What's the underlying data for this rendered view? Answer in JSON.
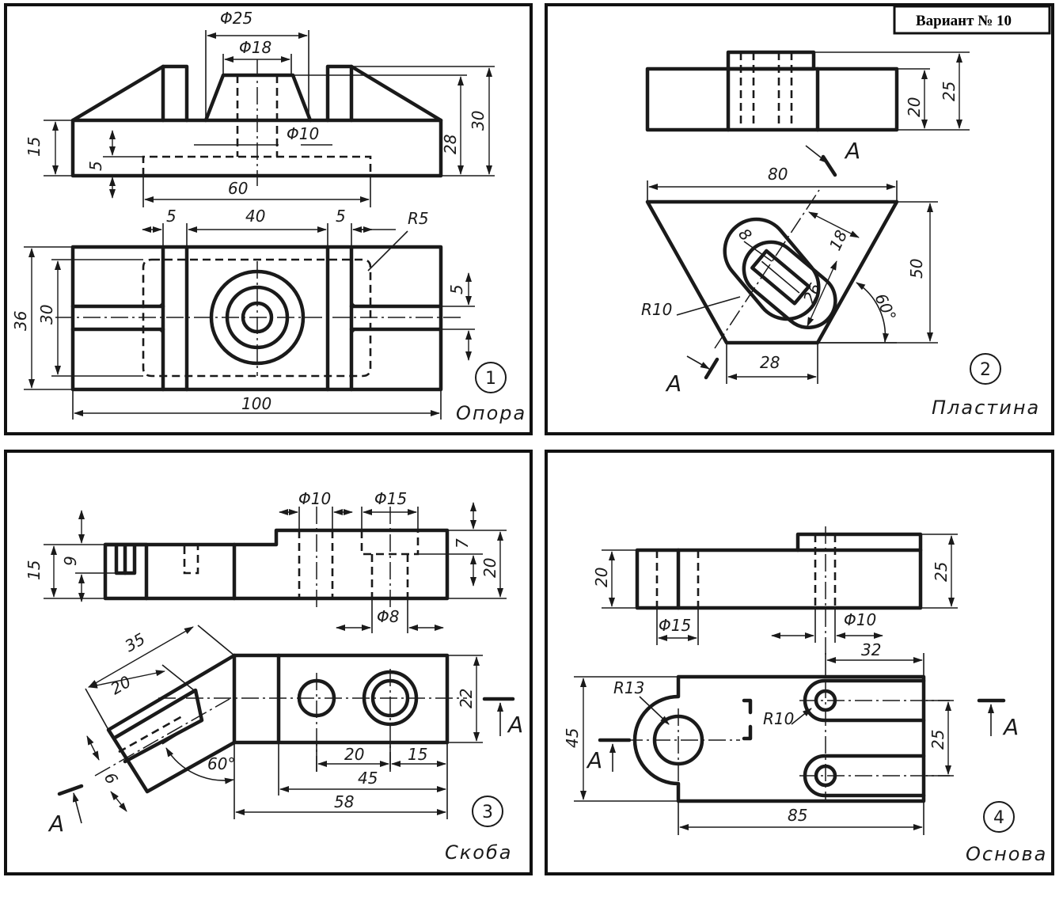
{
  "variant_label": "Вариант № 10",
  "panels": [
    {
      "number": "1",
      "title": "Опора",
      "dims": {
        "d25": "Φ25",
        "d18": "Φ18",
        "d10": "Φ10",
        "h30": "30",
        "h28": "28",
        "h15": "15",
        "h5": "5",
        "w60": "60",
        "w5a": "5",
        "w40": "40",
        "w5b": "5",
        "r5": "R5",
        "h36": "36",
        "h30b": "30",
        "h5b": "5",
        "w100": "100"
      }
    },
    {
      "number": "2",
      "title": "Пластина",
      "dims": {
        "h20": "20",
        "h25": "25",
        "w80": "80",
        "d8": "8",
        "d18": "18",
        "d26": "26",
        "h50": "50",
        "r10": "R10",
        "a60": "60°",
        "w28": "28"
      },
      "section": "A"
    },
    {
      "number": "3",
      "title": "Скоба",
      "dims": {
        "d10": "Φ10",
        "d15": "Φ15",
        "h15": "15",
        "h9": "9",
        "h7": "7",
        "h20": "20",
        "d8": "Φ8",
        "l35": "35",
        "l20": "20",
        "h22": "22",
        "w20": "20",
        "w15": "15",
        "w45": "45",
        "h9b": "9",
        "a60": "60°",
        "w58": "58"
      },
      "section": "A"
    },
    {
      "number": "4",
      "title": "Основа",
      "dims": {
        "h20": "20",
        "h25": "25",
        "d15": "Φ15",
        "d10": "Φ10",
        "w32": "32",
        "r13": "R13",
        "r10": "R10",
        "h45": "45",
        "h25b": "25",
        "w85": "85"
      },
      "section": "A"
    }
  ]
}
